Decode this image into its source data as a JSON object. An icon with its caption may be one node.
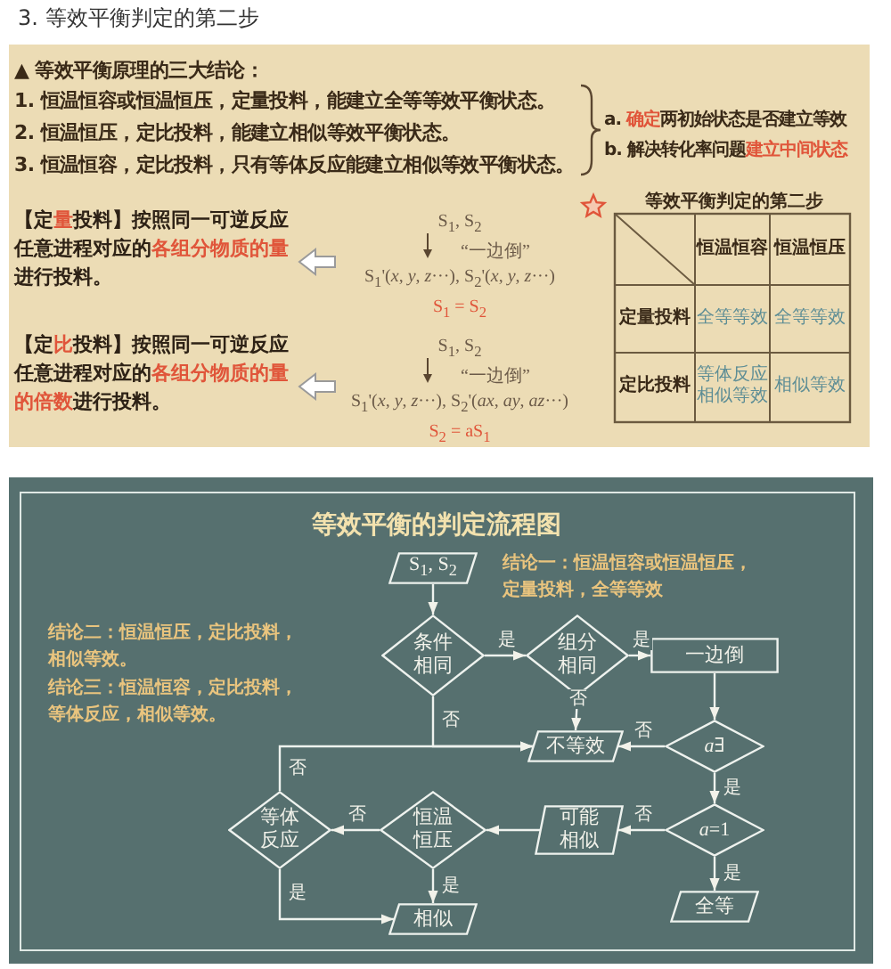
{
  "diagram": {
    "title": "3. 等效平衡判定的第二步",
    "nodes": [
      {
        "text": [
          "【定**量**投料】按照同一可逆反应任意进程对应的**各组分物质的量**进行投料。"
        ]
      },
      {
        "text": [
          "S$_{1}$, S$_{2}$",
          "“一边倒”",
          "S$_{1}$'(*x*, *y*, *z*···), S$_{2}$'(*x*, *y*, *z*···)",
          "S$_{1}$ = S$_{2}$"
        ]
      },
      {
        "text": [
          "【定**比**投料】按照同一可逆反应任意进程对应的**各组分物质的量的倍数**进行投料。"
        ]
      },
      {
        "text": [
          "S$_{1}$, S$_{2}$",
          "“一边倒”",
          "S$_{1}$'(*x*, *y*, *z*···), S$_{2}$'(*ax*, *ay*, *az*···)",
          "S$_{2}$ = aS$_{1}$"
        ]
      },
      {
        "text": [
          "S$_{1}$, S$_{2}$"
        ]
      },
      {
        "text": [
          "条件相同"
        ]
      },
      {
        "text": [
          "组分相同"
        ]
      },
      {
        "text": [
          "一边倒"
        ]
      },
      {
        "text": [
          "不等效"
        ]
      },
      {
        "text": [
          "*a*∃"
        ]
      },
      {
        "text": [
          "*a*=1"
        ]
      },
      {
        "text": [
          "全等"
        ]
      },
      {
        "text": [
          "可能相似"
        ]
      },
      {
        "text": [
          "恒温恒压"
        ]
      },
      {
        "text": [
          "等体反应"
        ]
      },
      {
        "text": [
          "相似"
        ]
      }
    ],
    "edges": [
      {
        "from": 1,
        "to": 0,
        "arrow": "to",
        "style": "thick"
      },
      {
        "from": 3,
        "to": 2,
        "arrow": "to",
        "style": "thick"
      },
      {
        "from": 4,
        "to": 5,
        "arrow": "to"
      },
      {
        "from": 5,
        "to": 6,
        "arrow": "to",
        "label": "是"
      },
      {
        "from": 6,
        "to": 7,
        "arrow": "to",
        "label": "是"
      },
      {
        "from": 5,
        "to": 8,
        "arrow": "to",
        "label": "否"
      },
      {
        "from": 6,
        "to": 8,
        "arrow": "to",
        "label": "否"
      },
      {
        "from": 7,
        "to": 9,
        "arrow": "to"
      },
      {
        "from": 9,
        "to": 8,
        "arrow": "to",
        "label": "否"
      },
      {
        "from": 9,
        "to": 10,
        "arrow": "to",
        "label": "是"
      },
      {
        "from": 10,
        "to": 11,
        "arrow": "to",
        "label": "是"
      },
      {
        "from": 10,
        "to": 12,
        "arrow": "to",
        "label": "否"
      },
      {
        "from": 12,
        "to": 13,
        "arrow": "to"
      },
      {
        "from": 13,
        "to": 14,
        "arrow": "to",
        "label": "否"
      },
      {
        "from": 13,
        "to": 15,
        "arrow": "to",
        "label": "是"
      },
      {
        "from": 14,
        "to": 8,
        "arrow": "to",
        "label": "否"
      },
      {
        "from": 14,
        "to": 15,
        "arrow": "to",
        "label": "是"
      }
    ],
    "labels": [
      "▲ 等效平衡原理的三大结论：",
      "1. 恒温恒容或恒温恒压，定量投料，能建立全等等效平衡状态。",
      "2. 恒温恒压，定比投料，能建立相似等效平衡状态。",
      "3. 恒温恒容，定比投料，只有等体反应能建立相似等效平衡状态。",
      "a. **确定**两初始状态是否建立等效",
      "b. 解决转化率问题**建立中间状态**",
      "等效平衡判定的第二步",
      "恒温恒容",
      "恒温恒压",
      "定量投料",
      "全等等效",
      "全等等效",
      "定比投料",
      "等体反应相似等效",
      "相似等效",
      "等效平衡的判定流程图",
      "结论一：恒温恒容或恒温恒压，定量投料，全等等效",
      "结论二：恒温恒压，定比投料，相似等效。",
      "结论三：恒温恒容，定比投料，等体反应，相似等效。"
    ]
  }
}
